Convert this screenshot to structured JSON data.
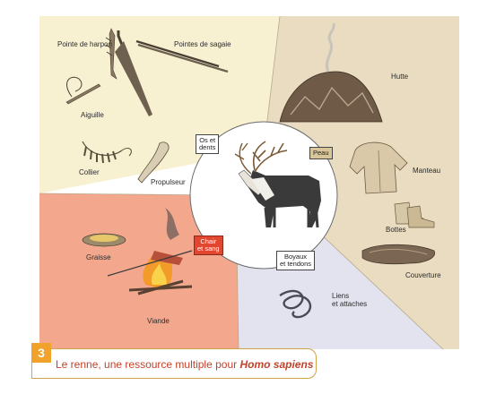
{
  "labels": {
    "harpoon": "Pointe de harpon",
    "sagaie": "Pointes de sagaie",
    "needle": "Aiguille",
    "necklace": "Collier",
    "propulsor": "Propulseur",
    "hut": "Hutte",
    "coat": "Manteau",
    "boots": "Bottes",
    "blanket": "Couverture",
    "grease": "Graisse",
    "meat": "Viande",
    "ties": "Liens\net attaches"
  },
  "center_boxes": {
    "bones": "Os et\ndents",
    "skin": "Peau",
    "flesh": "Chair\net sang",
    "guts": "Boyaux\net tendons"
  },
  "caption": {
    "number": "3",
    "text": "Le renne, une ressource multiple pour ",
    "species": "Homo sapiens"
  },
  "colors": {
    "bones_sector": "#f7f1d2",
    "skin_sector": "#e9dcc0",
    "flesh_sector": "#f3a88e",
    "guts_sector": "#e2e3ee",
    "flesh_box": "#e3462f",
    "caption_number": "#f0a22a",
    "caption_text": "#c2432b"
  }
}
